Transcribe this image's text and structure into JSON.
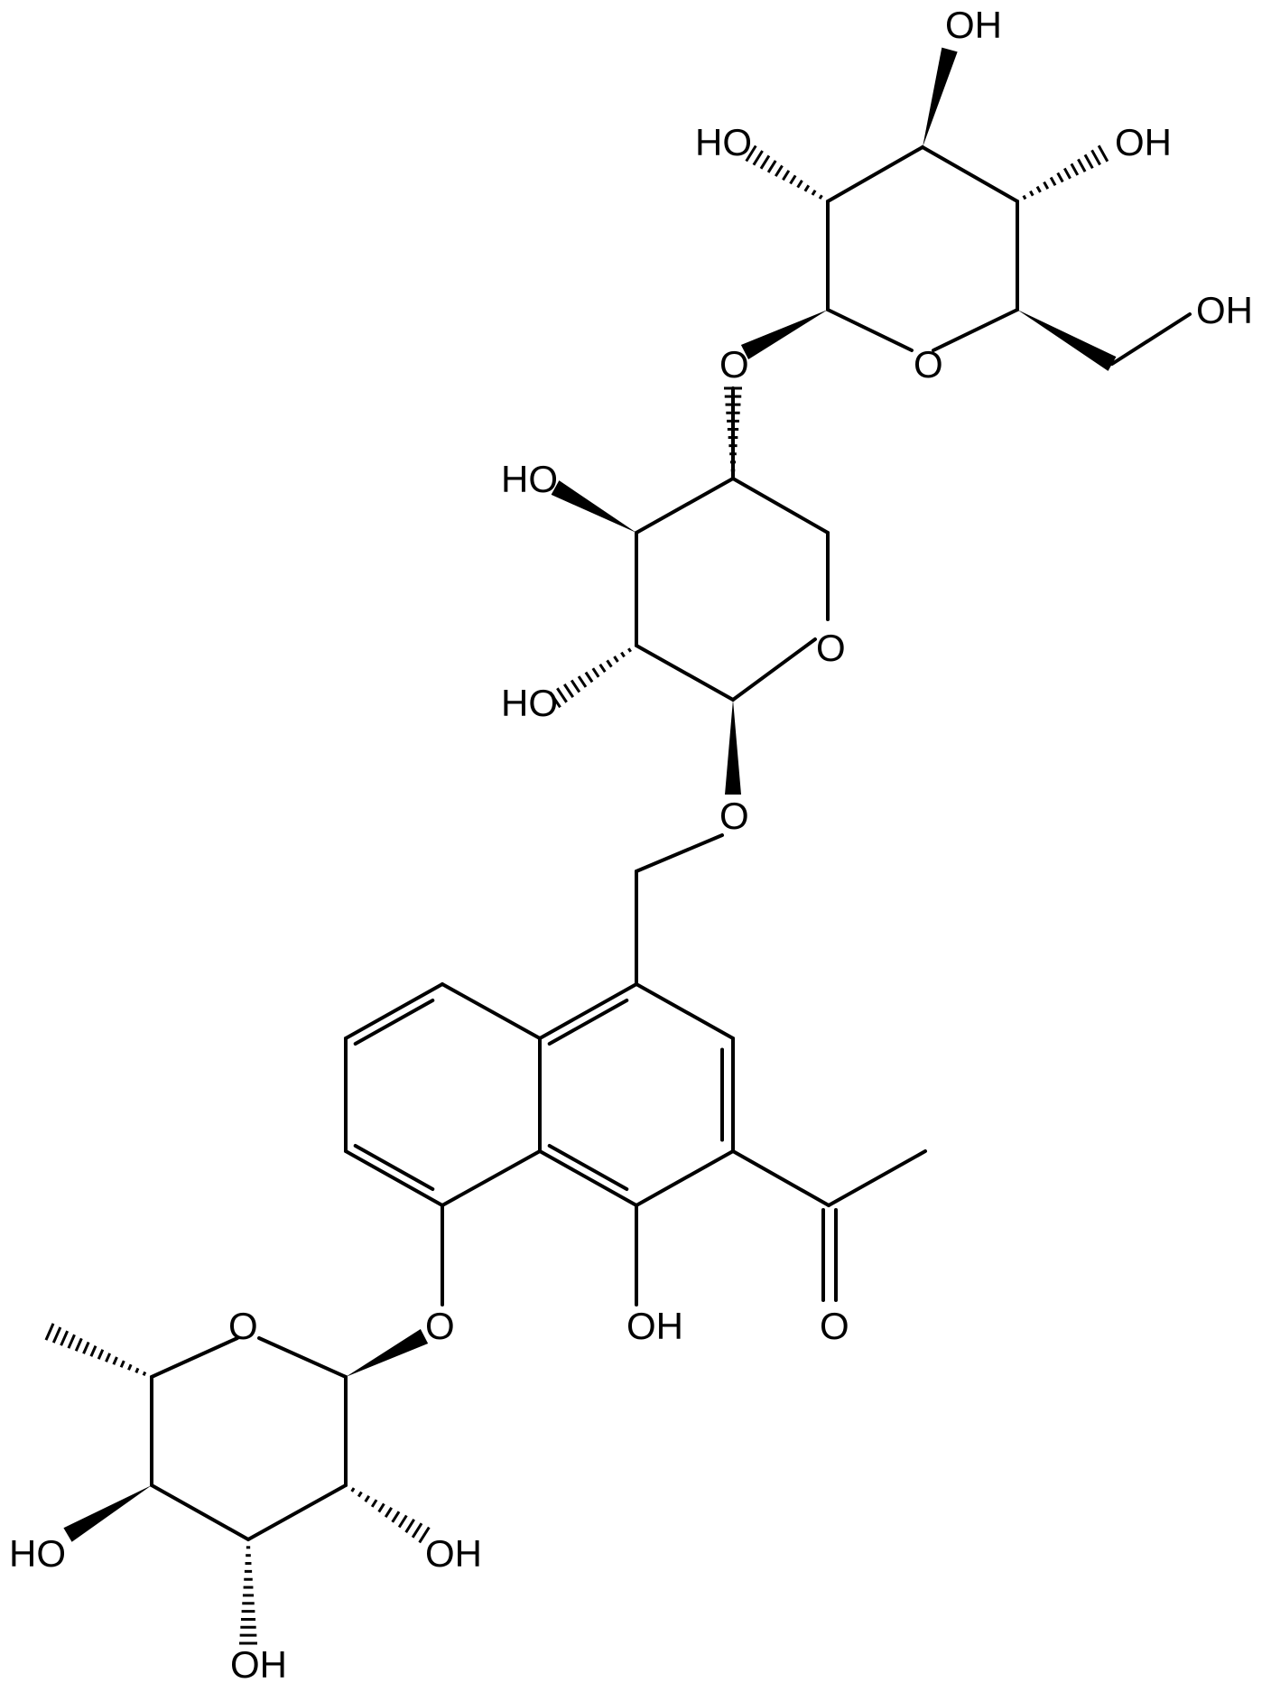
{
  "molecule": {
    "atom_labels": {
      "glc_oh_top": "OH",
      "glc_oh_left": "HO",
      "glc_oh_right": "OH",
      "glc_ch2oh": "OH",
      "glc_ring_o": "O",
      "glyco_o_upper": "O",
      "xyl_oh_upper": "HO",
      "xyl_ring_o": "O",
      "xyl_oh_lower": "HO",
      "glyco_o_middle": "O",
      "naph_oh": "OH",
      "ketone_o": "O",
      "aryl_ether_o": "O",
      "rha_ring_o": "O",
      "rha_oh_left": "HO",
      "rha_oh_right": "OH",
      "rha_oh_bottom": "OH"
    },
    "colors": {
      "bond": "#000000",
      "text": "#000000",
      "background": "#ffffff"
    }
  }
}
